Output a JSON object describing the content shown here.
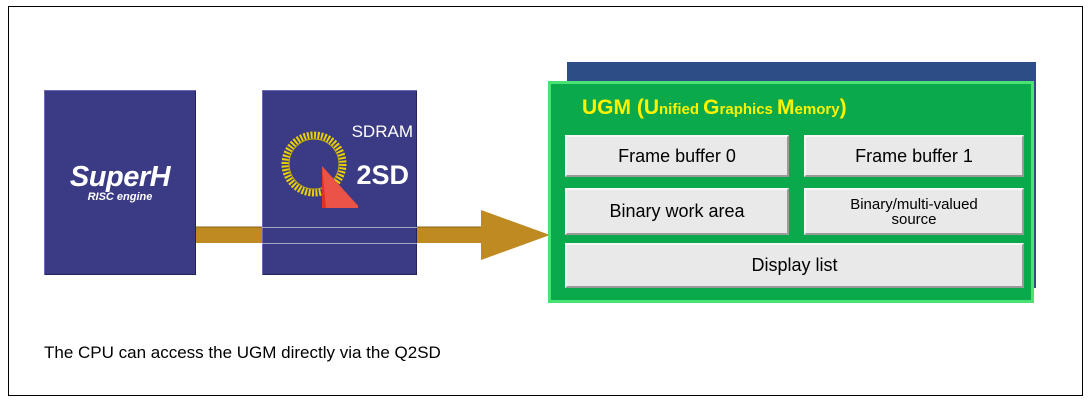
{
  "cpu": {
    "logo_text": "SuperH",
    "logo_subtext": "RISC engine"
  },
  "q2sd": {
    "memory_label": "SDRAM",
    "name_label": "2SD",
    "logo_letter": "Q"
  },
  "ugm": {
    "title_parts": [
      {
        "text": "UGM (",
        "small": false
      },
      {
        "text": "U",
        "small": false
      },
      {
        "text": "nified ",
        "small": true
      },
      {
        "text": "G",
        "small": false
      },
      {
        "text": "raphics ",
        "small": true
      },
      {
        "text": "M",
        "small": false
      },
      {
        "text": "emory",
        "small": true
      },
      {
        "text": ")",
        "small": false
      }
    ],
    "cells": {
      "frame_buffer_0": "Frame buffer 0",
      "frame_buffer_1": "Frame buffer 1",
      "binary_work_area": "Binary work area",
      "binary_source_line1": "Binary/multi-valued",
      "binary_source_line2": "source",
      "display_list": "Display list"
    }
  },
  "caption": "The CPU can access the UGM directly via the Q2SD",
  "colors": {
    "chip_fill": "#3b3b85",
    "ugm_green": "#0aa94b",
    "ugm_shadow": "#2d4d86",
    "title_yellow": "#fff200",
    "arrow_brown": "#bf8a22",
    "logo_yellow": "#e8d000",
    "logo_red": "#e0302a"
  }
}
